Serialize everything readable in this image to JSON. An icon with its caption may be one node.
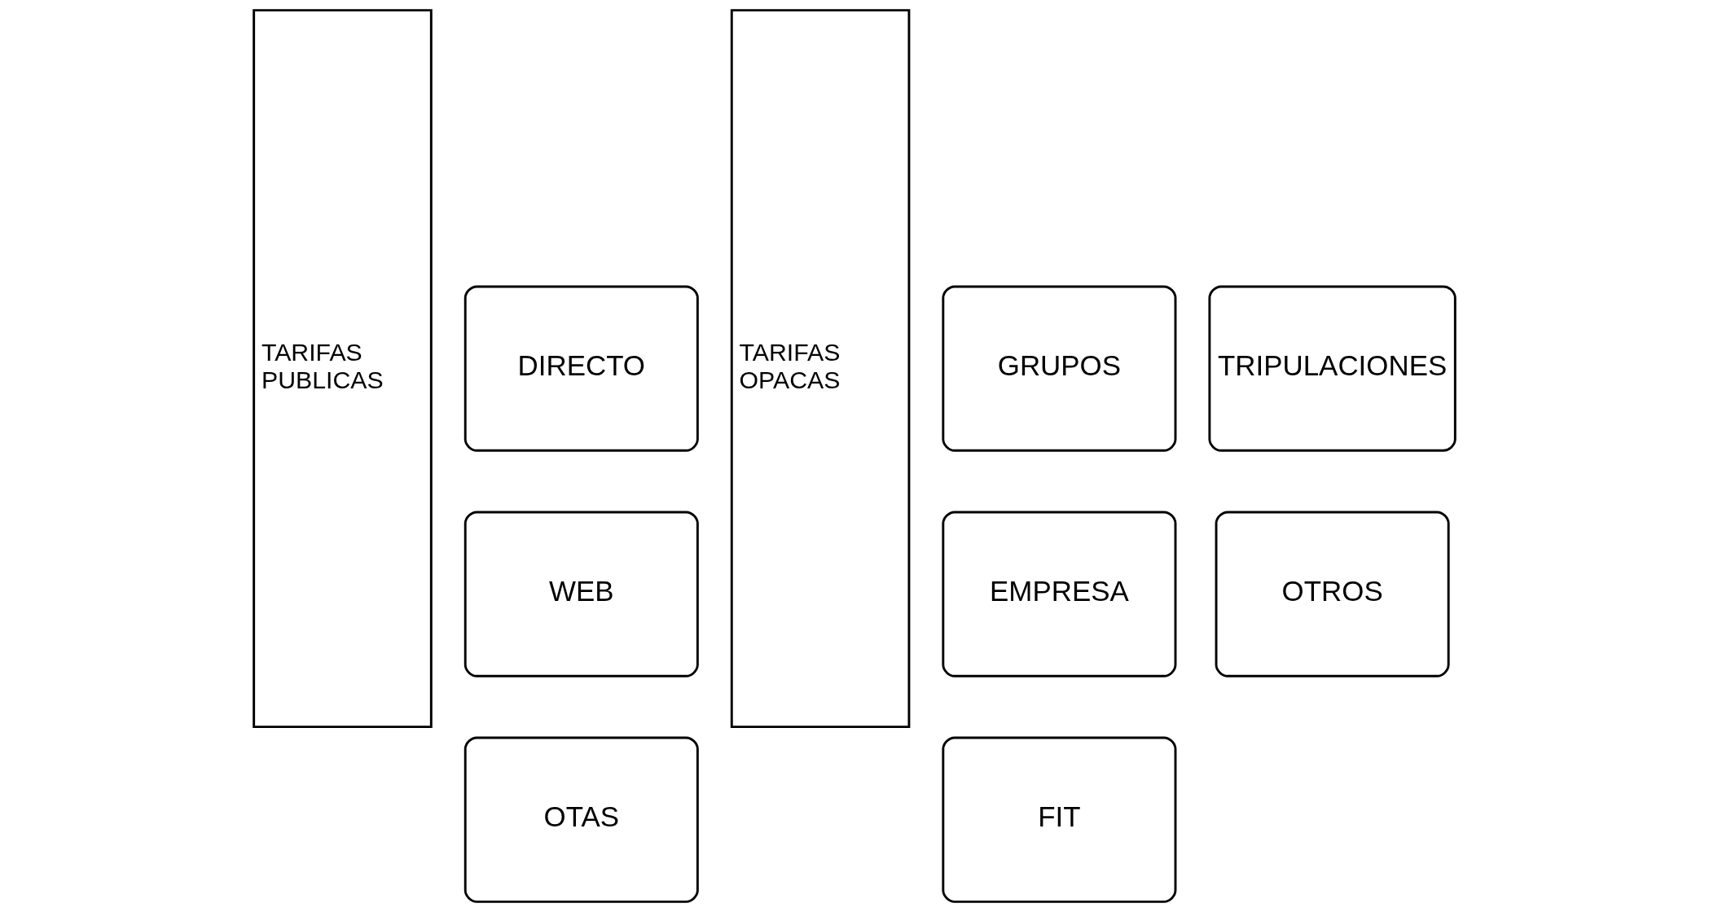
{
  "diagram": {
    "nodes": [
      {
        "text": [
          "TARIFAS PUBLICAS"
        ]
      },
      {
        "text": [
          "DIRECTO"
        ]
      },
      {
        "text": [
          "WEB"
        ]
      },
      {
        "text": [
          "OTAS"
        ]
      },
      {
        "text": [
          "TARIFAS OPACAS"
        ]
      },
      {
        "text": [
          "GRUPOS"
        ]
      },
      {
        "text": [
          "TRIPULACIONES"
        ]
      },
      {
        "text": [
          "EMPRESA"
        ]
      },
      {
        "text": [
          "OTROS"
        ]
      },
      {
        "text": [
          "FIT"
        ]
      }
    ]
  }
}
